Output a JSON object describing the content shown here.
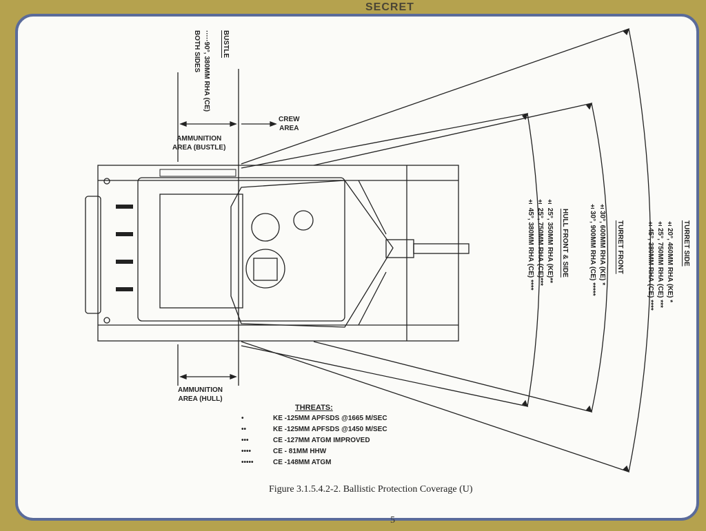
{
  "header": {
    "classification": "SECRET"
  },
  "bustle": {
    "title": "BUSTLE",
    "lines": [
      "·····90°, 380MM RHA (CE)",
      "BOTH SIDES"
    ]
  },
  "labels": {
    "crew_area": "CREW\nAREA",
    "ammo_bustle": "AMMUNITION\nAREA (BUSTLE)",
    "ammo_hull": "AMMUNITION\nAREA (HULL)"
  },
  "turret_side": {
    "title": "TURRET SIDE",
    "lines": [
      "±20°, 460MM RHA (KE) *",
      "±25°, 750MM RHA (CE) ***",
      "±45°, 380MM RHA (CE) ****"
    ]
  },
  "turret_front": {
    "title": "TURRET FRONT",
    "lines": [
      "±30°, 600MM RHA (KE) *",
      "±30°, 900MM RHA (CE) *****"
    ]
  },
  "hull_front": {
    "title": "HULL FRONT & SIDE",
    "lines": [
      "± 25°, 350MM RHA (KE)**",
      "± 25°, 750MM RHA (CE)***",
      "± 45°, 380MM RHA (CE) ****"
    ]
  },
  "threats": {
    "title": "THREATS:",
    "items": [
      {
        "marker": "•",
        "text": "KE -125MM APFSDS @1665 M/SEC"
      },
      {
        "marker": "••",
        "text": "KE -125MM APFSDS @1450 M/SEC"
      },
      {
        "marker": "•••",
        "text": "CE -127MM ATGM IMPROVED"
      },
      {
        "marker": "••••",
        "text": "CE - 81MM HHW"
      },
      {
        "marker": "•••••",
        "text": "CE -148MM ATGM"
      }
    ]
  },
  "caption": "Figure 3.1.5.4.2-2.  Ballistic Protection Coverage  (U)",
  "footer": {
    "page_number": "5"
  }
}
